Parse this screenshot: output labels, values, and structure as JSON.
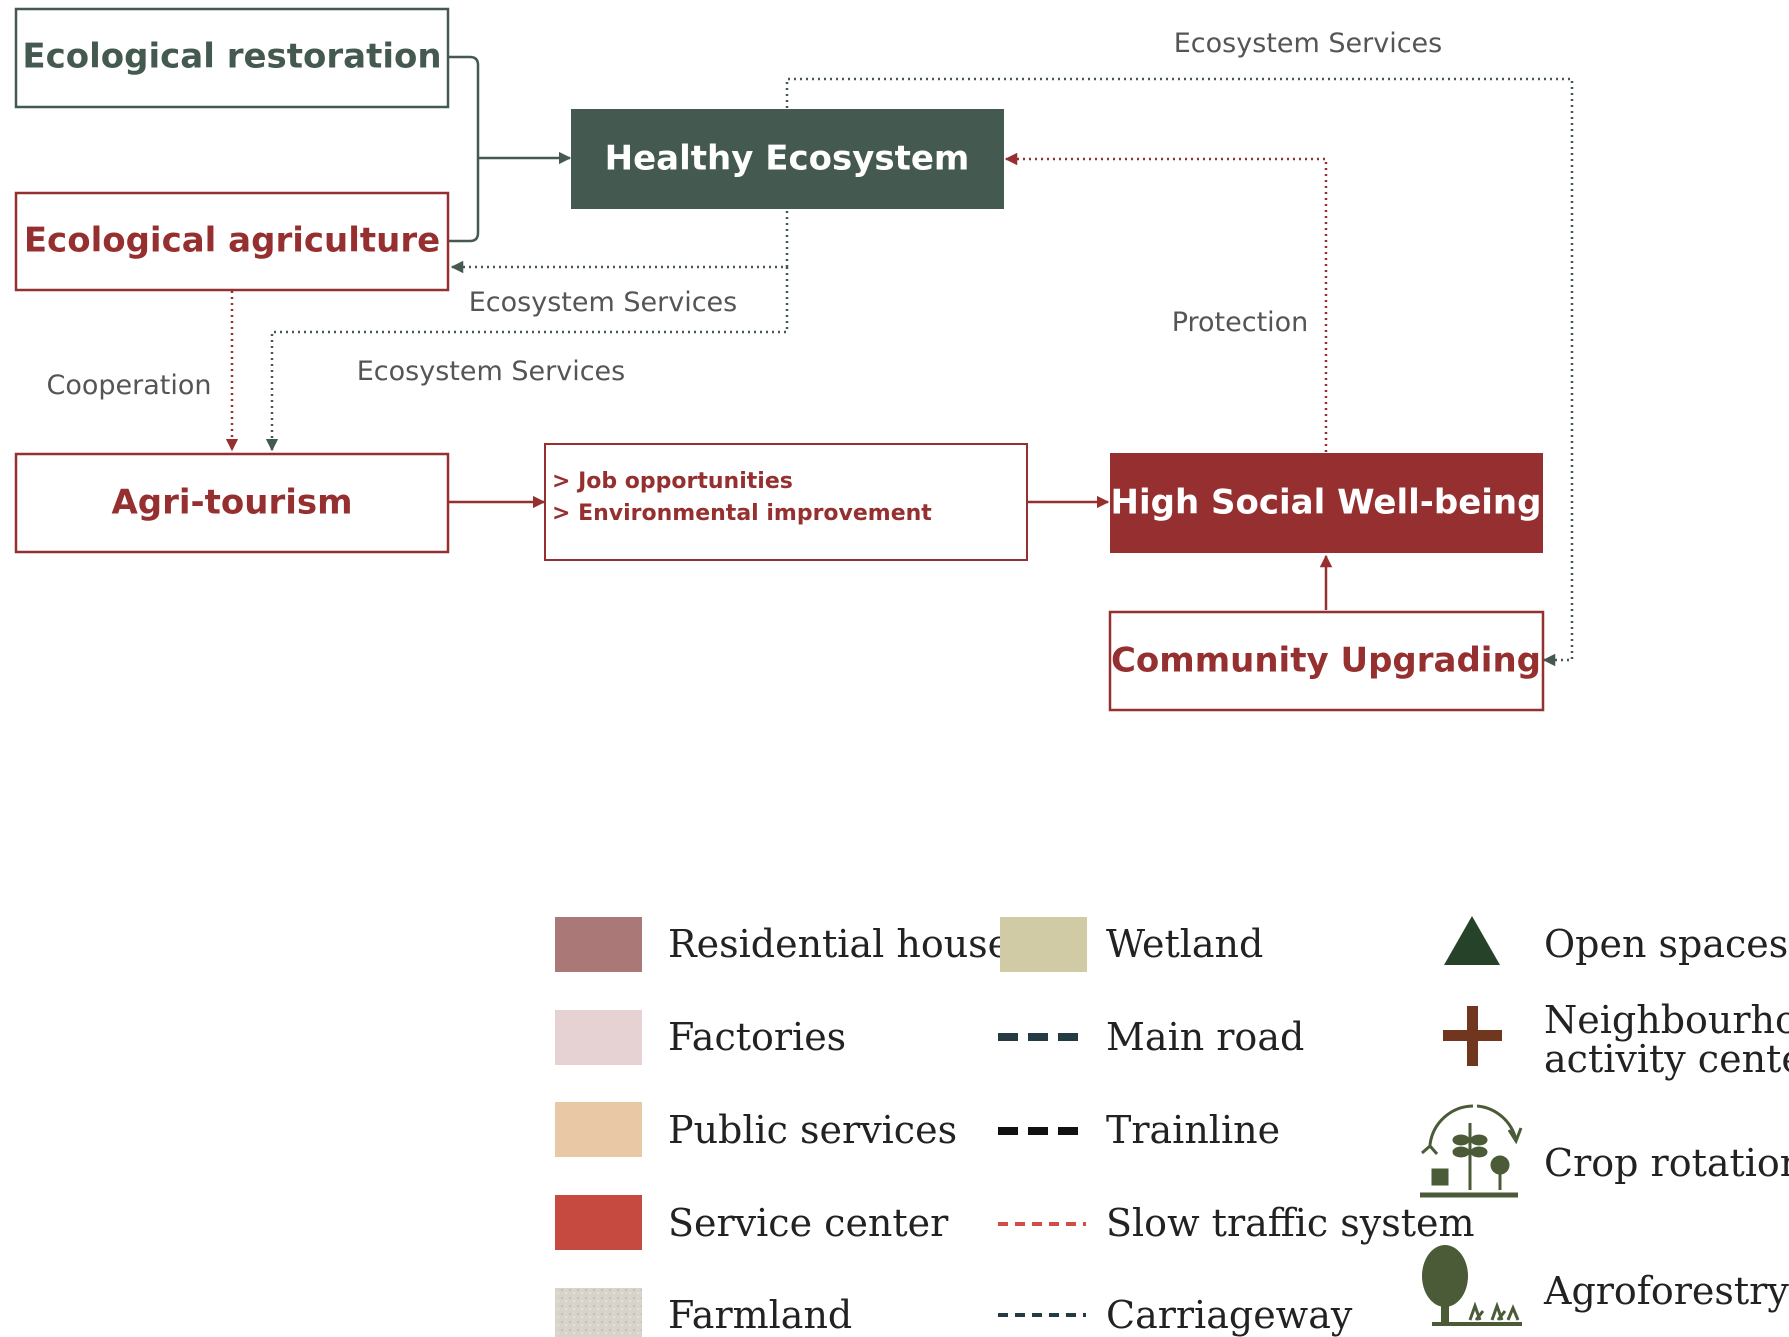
{
  "colors": {
    "green": "#44594f",
    "red": "#963030",
    "gray_text": "#555555"
  },
  "diagram": {
    "nodes": {
      "ecological_restoration": "Ecological restoration",
      "ecological_agriculture": "Ecological agriculture",
      "healthy_ecosystem": "Healthy Ecosystem",
      "agri_tourism": "Agri-tourism",
      "outcomes": [
        "> Job opportunities",
        "> Environmental improvement"
      ],
      "high_social_wellbeing": "High Social Well-being",
      "community_upgrading": "Community Upgrading"
    },
    "edge_labels": {
      "ecosystem_services_top": "Ecosystem Services",
      "ecosystem_services_mid": "Ecosystem Services",
      "ecosystem_services_low": "Ecosystem Services",
      "cooperation": "Cooperation",
      "protection": "Protection"
    }
  },
  "legend": {
    "columns": [
      [
        {
          "label": "Residential houses",
          "symbol": "swatch",
          "color": "#ab7878"
        },
        {
          "label": "Factories",
          "symbol": "swatch",
          "color": "#e6d2d2"
        },
        {
          "label": "Public services",
          "symbol": "swatch",
          "color": "#e9c9a5"
        },
        {
          "label": "Service center",
          "symbol": "swatch",
          "color": "#c64a40"
        },
        {
          "label": "Farmland",
          "symbol": "texture-swatch",
          "color": "#d8d4cc"
        }
      ],
      [
        {
          "label": "Wetland",
          "symbol": "swatch",
          "color": "#d0cba5"
        },
        {
          "label": "Main road",
          "symbol": "dash-line",
          "color": "#243a44"
        },
        {
          "label": "Trainline",
          "symbol": "dash-line",
          "color": "#111111"
        },
        {
          "label": "Slow traffic system",
          "symbol": "fine-dash-line",
          "color": "#cf4f47"
        },
        {
          "label": "Carriageway",
          "symbol": "fine-dash-line",
          "color": "#243a44"
        }
      ],
      [
        {
          "label": "Open spaces",
          "symbol": "triangle-icon",
          "color": "#26432a"
        },
        {
          "label": "Neighbourhood",
          "label2": "activity center",
          "symbol": "cross-icon",
          "color": "#70361e"
        },
        {
          "label": "Crop rotation",
          "symbol": "crop-rotation-icon",
          "color": "#4b5a37"
        },
        {
          "label": "Agroforestry",
          "symbol": "tree-icon",
          "color": "#4b5a37"
        }
      ]
    ]
  }
}
